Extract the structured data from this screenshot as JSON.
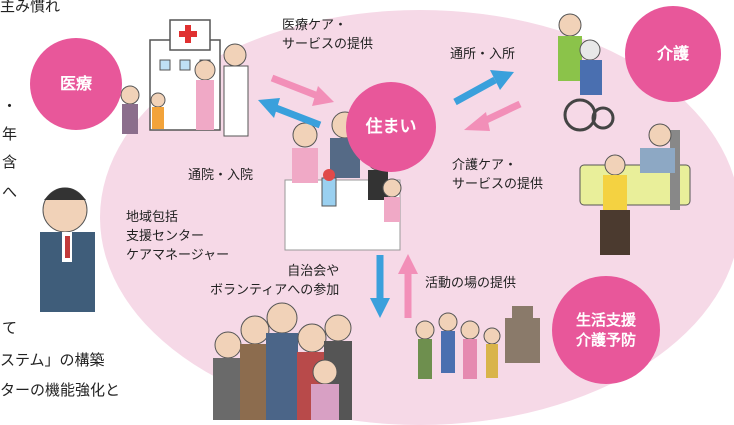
{
  "colors": {
    "bubble_pink": "#e8579a",
    "background_pink": "#f6d9e7",
    "arrow_pink": "#f28fb8",
    "arrow_blue": "#3aa0dc"
  },
  "nodes": {
    "medical": "医療",
    "care": "介護",
    "home": "住まい",
    "support_line1": "生活支援",
    "support_line2": "介護予防"
  },
  "labels": {
    "medical_service": "医療ケア・\nサービスの提供",
    "hospital_visit": "通院・入院",
    "care_visit": "通所・入所",
    "care_service": "介護ケア・\nサービスの提供",
    "community_support": "地域包括\n支援センター\nケアマネージャー",
    "participation": "自治会や\nボランティアへの参加",
    "activity_place": "活動の場の提供"
  },
  "edge_text": {
    "top_left": "主み慣れ",
    "left_1": "・",
    "left_2": "年",
    "left_3": "含",
    "left_4": "へ",
    "bottom_left_1": "て",
    "bottom_left_2": "ステム」の構築",
    "bottom_left_3": "ターの機能強化と"
  },
  "illustrations": [
    "hospital-doctor-nurse-illustration",
    "caregiver-wheelchair-illustration",
    "bedside-care-illustration",
    "family-home-illustration",
    "care-manager-illustration",
    "senior-group-illustration",
    "community-activity-illustration"
  ]
}
